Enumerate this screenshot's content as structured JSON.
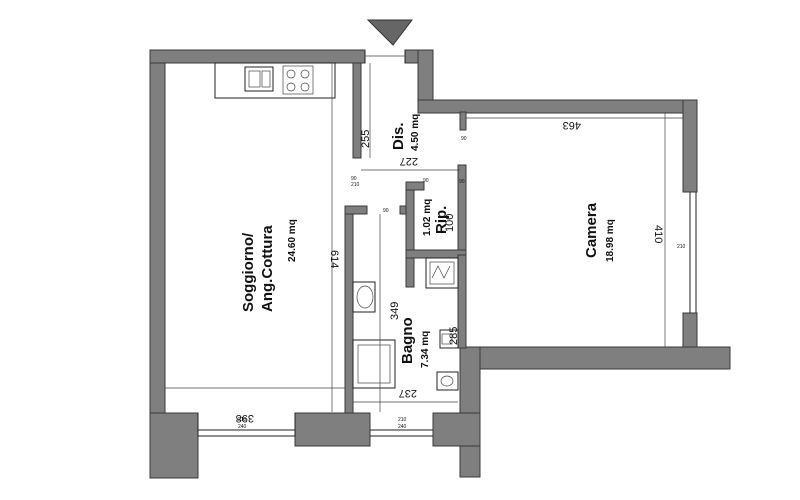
{
  "rooms": {
    "soggiorno": {
      "name_line1": "Soggiorno/",
      "name_line2": "Ang.Cottura",
      "area": "24.60 mq"
    },
    "camera": {
      "name": "Camera",
      "area": "18.98 mq"
    },
    "dis": {
      "name": "Dis.",
      "area": "4.50 mq"
    },
    "rip": {
      "name": "Rip.",
      "area": "1.02 mq"
    },
    "bagno": {
      "name": "Bagno",
      "area": "7.34 mq"
    }
  },
  "dimensions": {
    "soggiorno_height": "614",
    "soggiorno_width": "398",
    "dis_height": "255",
    "dis_width": "227",
    "camera_width": "463",
    "camera_height": "410",
    "rip_height": "100",
    "bagno_height": "349",
    "bagno_width": "237",
    "bagno_small": "285"
  },
  "opening_labels": {
    "top": "210",
    "bottom": "240",
    "short_top": "90",
    "short_bottom": "210"
  },
  "colors": {
    "wall": "#7f7f7f",
    "line": "#222222",
    "background": "#ffffff"
  },
  "icons": [
    "entrance-arrow-icon",
    "sink-icon",
    "stove-icon",
    "washbasin-icon",
    "shower-tray-icon",
    "toilet-icon",
    "bidet-icon",
    "boiler-icon"
  ]
}
